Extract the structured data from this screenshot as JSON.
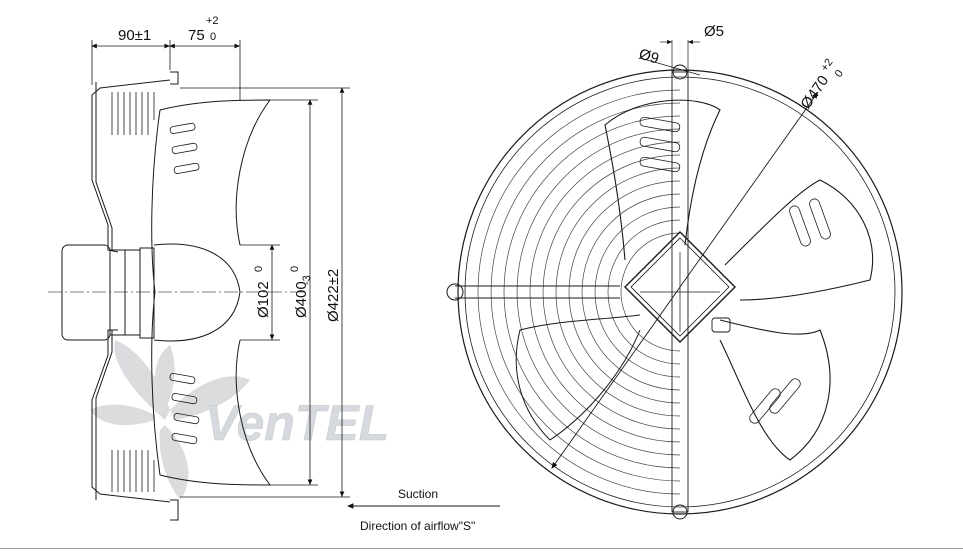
{
  "dimensions": {
    "depth_left": "90±1",
    "depth_right": "75",
    "depth_right_tol_upper": "+2",
    "depth_right_tol_lower": "0",
    "hub_diameter": "Ø102",
    "hub_tol_upper": "0",
    "blade_diameter": "Ø400",
    "blade_tol_upper": "0",
    "blade_tol_lower": "-3",
    "guard_diameter": "Ø422±2",
    "ring_diameter": "Ø470",
    "ring_tol_upper": "+2",
    "ring_tol_lower": "0",
    "hole_small": "Ø5",
    "hole_large": "Ø9"
  },
  "airflow": {
    "suction_label": "Suction",
    "direction_label": "Direction of airflow\"S\""
  },
  "watermark": {
    "brand_text": "VenTEL"
  },
  "colors": {
    "line": "#1a1a1a",
    "thin_line": "#555555",
    "watermark_gray": "#c9ccd0",
    "watermark_blue": "#a9c9e6"
  }
}
